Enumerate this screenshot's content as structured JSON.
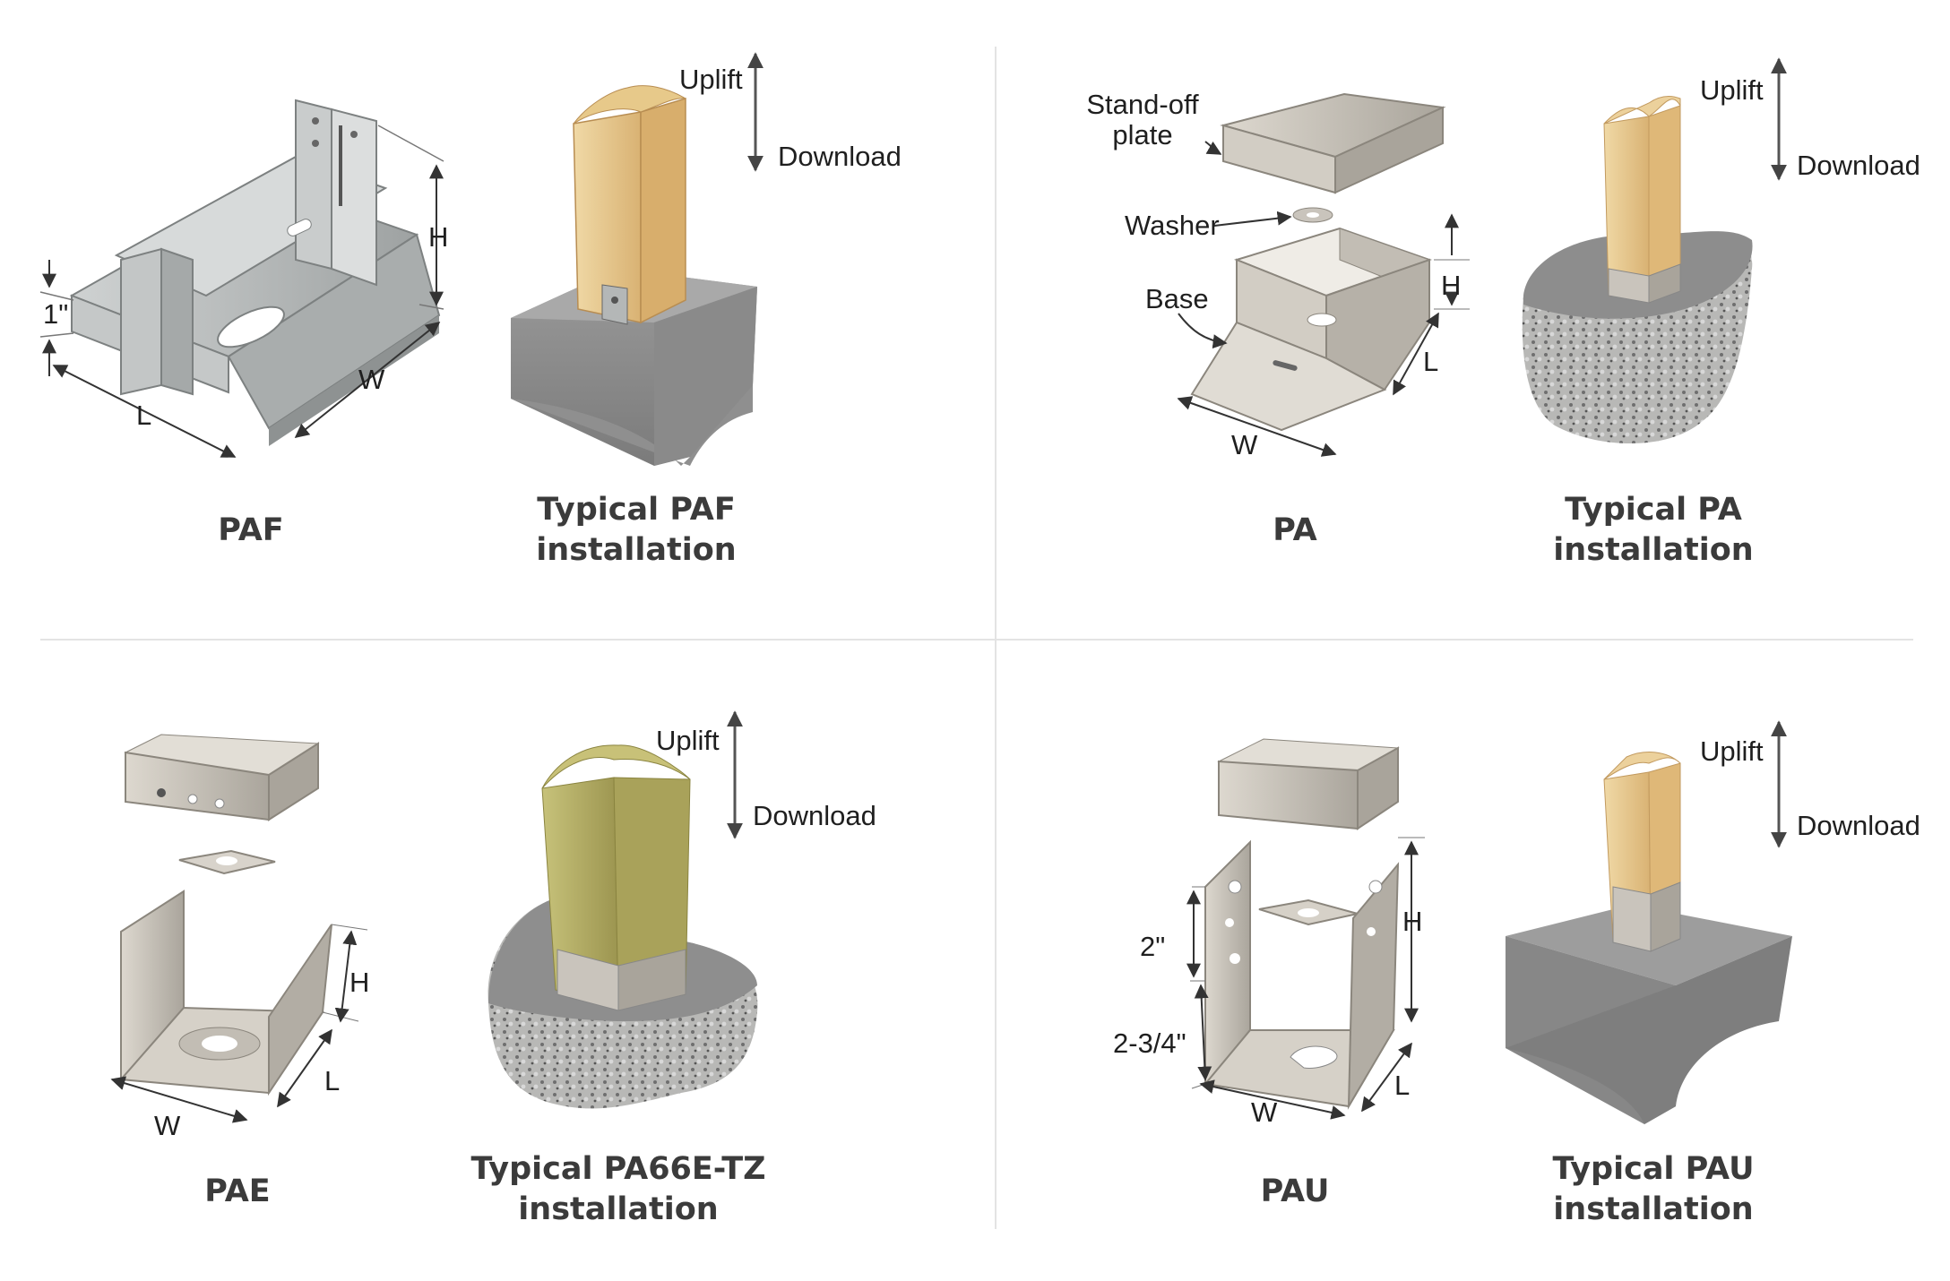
{
  "colors": {
    "background": "#ffffff",
    "divider": "#e3e3e3",
    "caption_text": "#3b3b3b",
    "label_text": "#1f1f1f",
    "galvanized_steel": "#b9bcbc",
    "stainless_steel": "#c9c4bc",
    "wood_light": "#e9cc93",
    "wood_treated": "#b7b06a",
    "concrete": "#8d8d8d"
  },
  "panels": [
    {
      "id": "paf",
      "connector": {
        "caption": "PAF",
        "dims": {
          "top": "1\"",
          "height": "H",
          "length": "L",
          "width": "W"
        }
      },
      "install": {
        "caption_line1": "Typical PAF",
        "caption_line2": "installation",
        "uplift": "Uplift",
        "download": "Download"
      }
    },
    {
      "id": "pa",
      "connector": {
        "caption": "PA",
        "parts": {
          "standoff_line1": "Stand-off",
          "standoff_line2": "plate",
          "washer": "Washer",
          "base": "Base"
        },
        "dims": {
          "height": "H",
          "length": "L",
          "width": "W"
        }
      },
      "install": {
        "caption_line1": "Typical PA",
        "caption_line2": "installation",
        "uplift": "Uplift",
        "download": "Download"
      }
    },
    {
      "id": "pae",
      "connector": {
        "caption": "PAE",
        "dims": {
          "height": "H",
          "length": "L",
          "width": "W"
        }
      },
      "install": {
        "caption_line1": "Typical PA66E-TZ",
        "caption_line2": "installation",
        "uplift": "Uplift",
        "download": "Download"
      }
    },
    {
      "id": "pau",
      "connector": {
        "caption": "PAU",
        "dims": {
          "upper": "2\"",
          "lower": "2-3/4\"",
          "height": "H",
          "length": "L",
          "width": "W"
        }
      },
      "install": {
        "caption_line1": "Typical PAU",
        "caption_line2": "installation",
        "uplift": "Uplift",
        "download": "Download"
      }
    }
  ]
}
